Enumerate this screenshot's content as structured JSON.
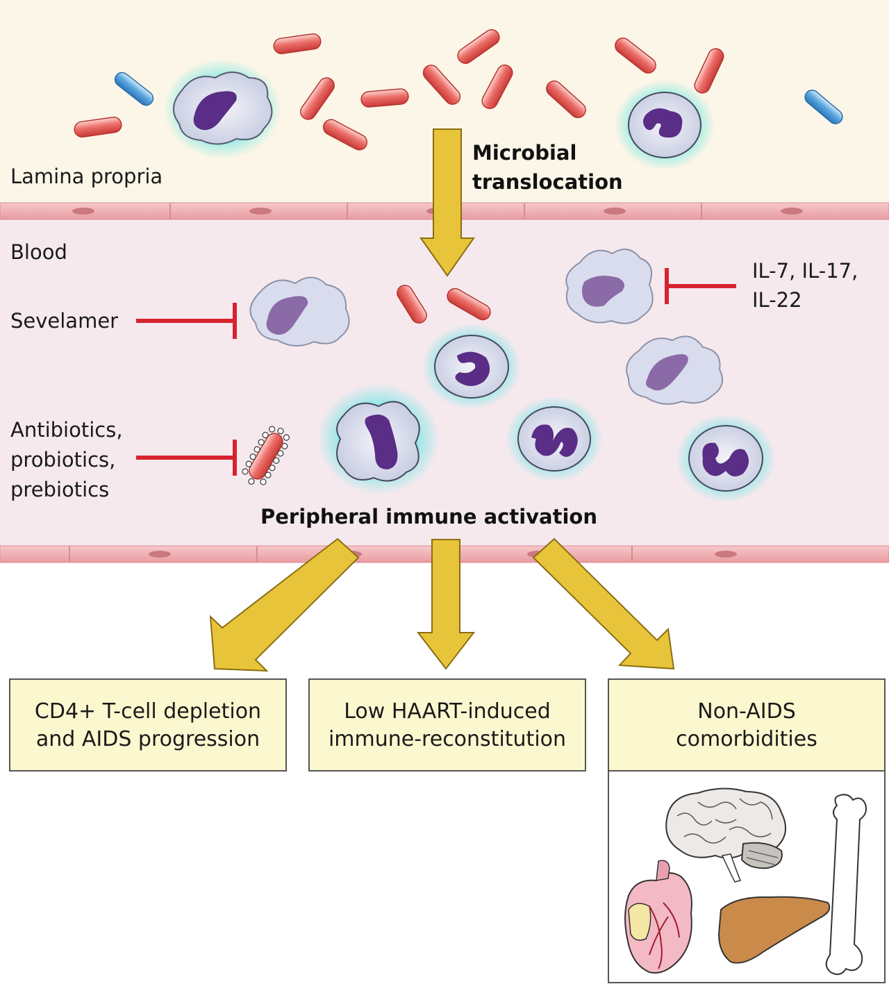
{
  "labels": {
    "lamina_propria": "Lamina propria",
    "microbial_translocation": [
      "Microbial",
      "translocation"
    ],
    "blood": "Blood",
    "sevelamer": "Sevelamer",
    "interleukins": [
      "IL-7, IL-17,",
      "IL-22"
    ],
    "antibiotics": [
      "Antibiotics,",
      "probiotics,",
      "prebiotics"
    ],
    "peripheral_activation": "Peripheral immune activation"
  },
  "outcomes": [
    {
      "lines": [
        "CD4+ T-cell depletion",
        "and AIDS progression"
      ]
    },
    {
      "lines": [
        "Low HAART-induced",
        "immune-reconstitution"
      ]
    },
    {
      "lines": [
        "Non-AIDS",
        "comorbidities"
      ]
    }
  ],
  "organs": [
    "brain-icon",
    "heart-icon",
    "liver-icon",
    "bone-icon"
  ],
  "colors": {
    "lamina_bg": "#fbf6e7",
    "blood_bg": "#f5e9ee",
    "vessel_wall": "#f0b3b7",
    "arrow": "#e8c43a",
    "inhibitor": "#d7232e",
    "bacteria": "#e35a55",
    "box_fill": "#fbf7cf",
    "nucleus": "#5a2d86"
  }
}
